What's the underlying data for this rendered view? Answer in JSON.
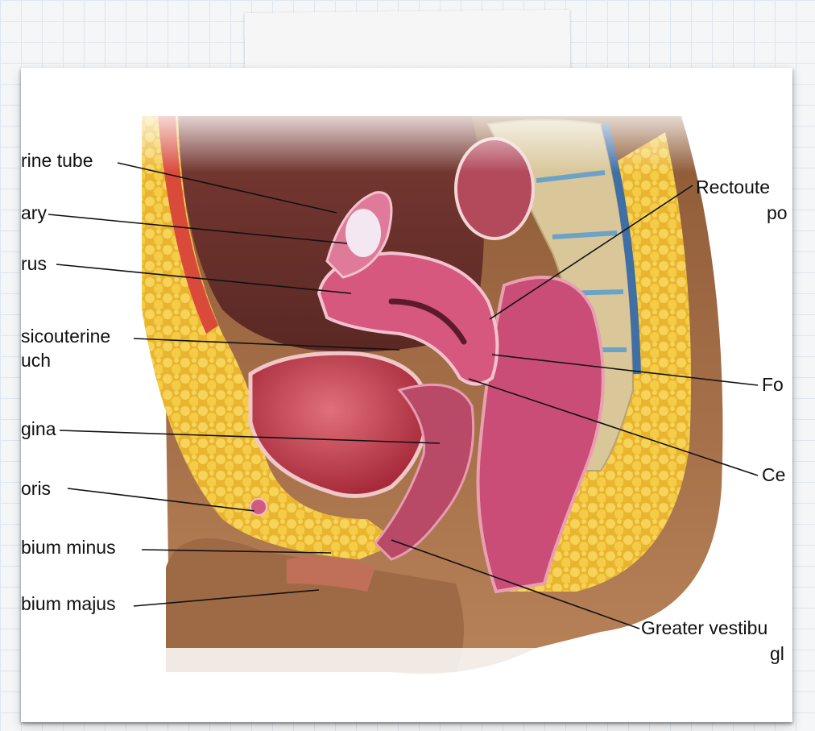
{
  "labels_left": [
    {
      "key": "uterine_tube",
      "text": "rine tube"
    },
    {
      "key": "ovary",
      "text": "ary"
    },
    {
      "key": "uterus",
      "text": "rus"
    },
    {
      "key": "vesicouterine_1",
      "text": "sicouterine"
    },
    {
      "key": "vesicouterine_2",
      "text": "uch"
    },
    {
      "key": "vagina",
      "text": "gina"
    },
    {
      "key": "clitoris",
      "text": "oris"
    },
    {
      "key": "labium_minus",
      "text": "bium minus"
    },
    {
      "key": "labium_majus",
      "text": "bium majus"
    }
  ],
  "labels_right": [
    {
      "key": "rectouterine_1",
      "text": "Rectoute"
    },
    {
      "key": "rectouterine_2",
      "text": "po"
    },
    {
      "key": "fornix",
      "text": "Fo"
    },
    {
      "key": "cervix",
      "text": "Ce"
    },
    {
      "key": "greater_vestibular_1",
      "text": "Greater vestibu"
    },
    {
      "key": "greater_vestibular_2",
      "text": "gl"
    }
  ],
  "colors": {
    "fat": "#f1c43a",
    "skin": "#a9714a",
    "organ": "#d6587f",
    "bladder": "#bf3b4f",
    "rectum": "#c94d77",
    "bone": "#d9c79a",
    "muscle": "#d94a3b"
  }
}
